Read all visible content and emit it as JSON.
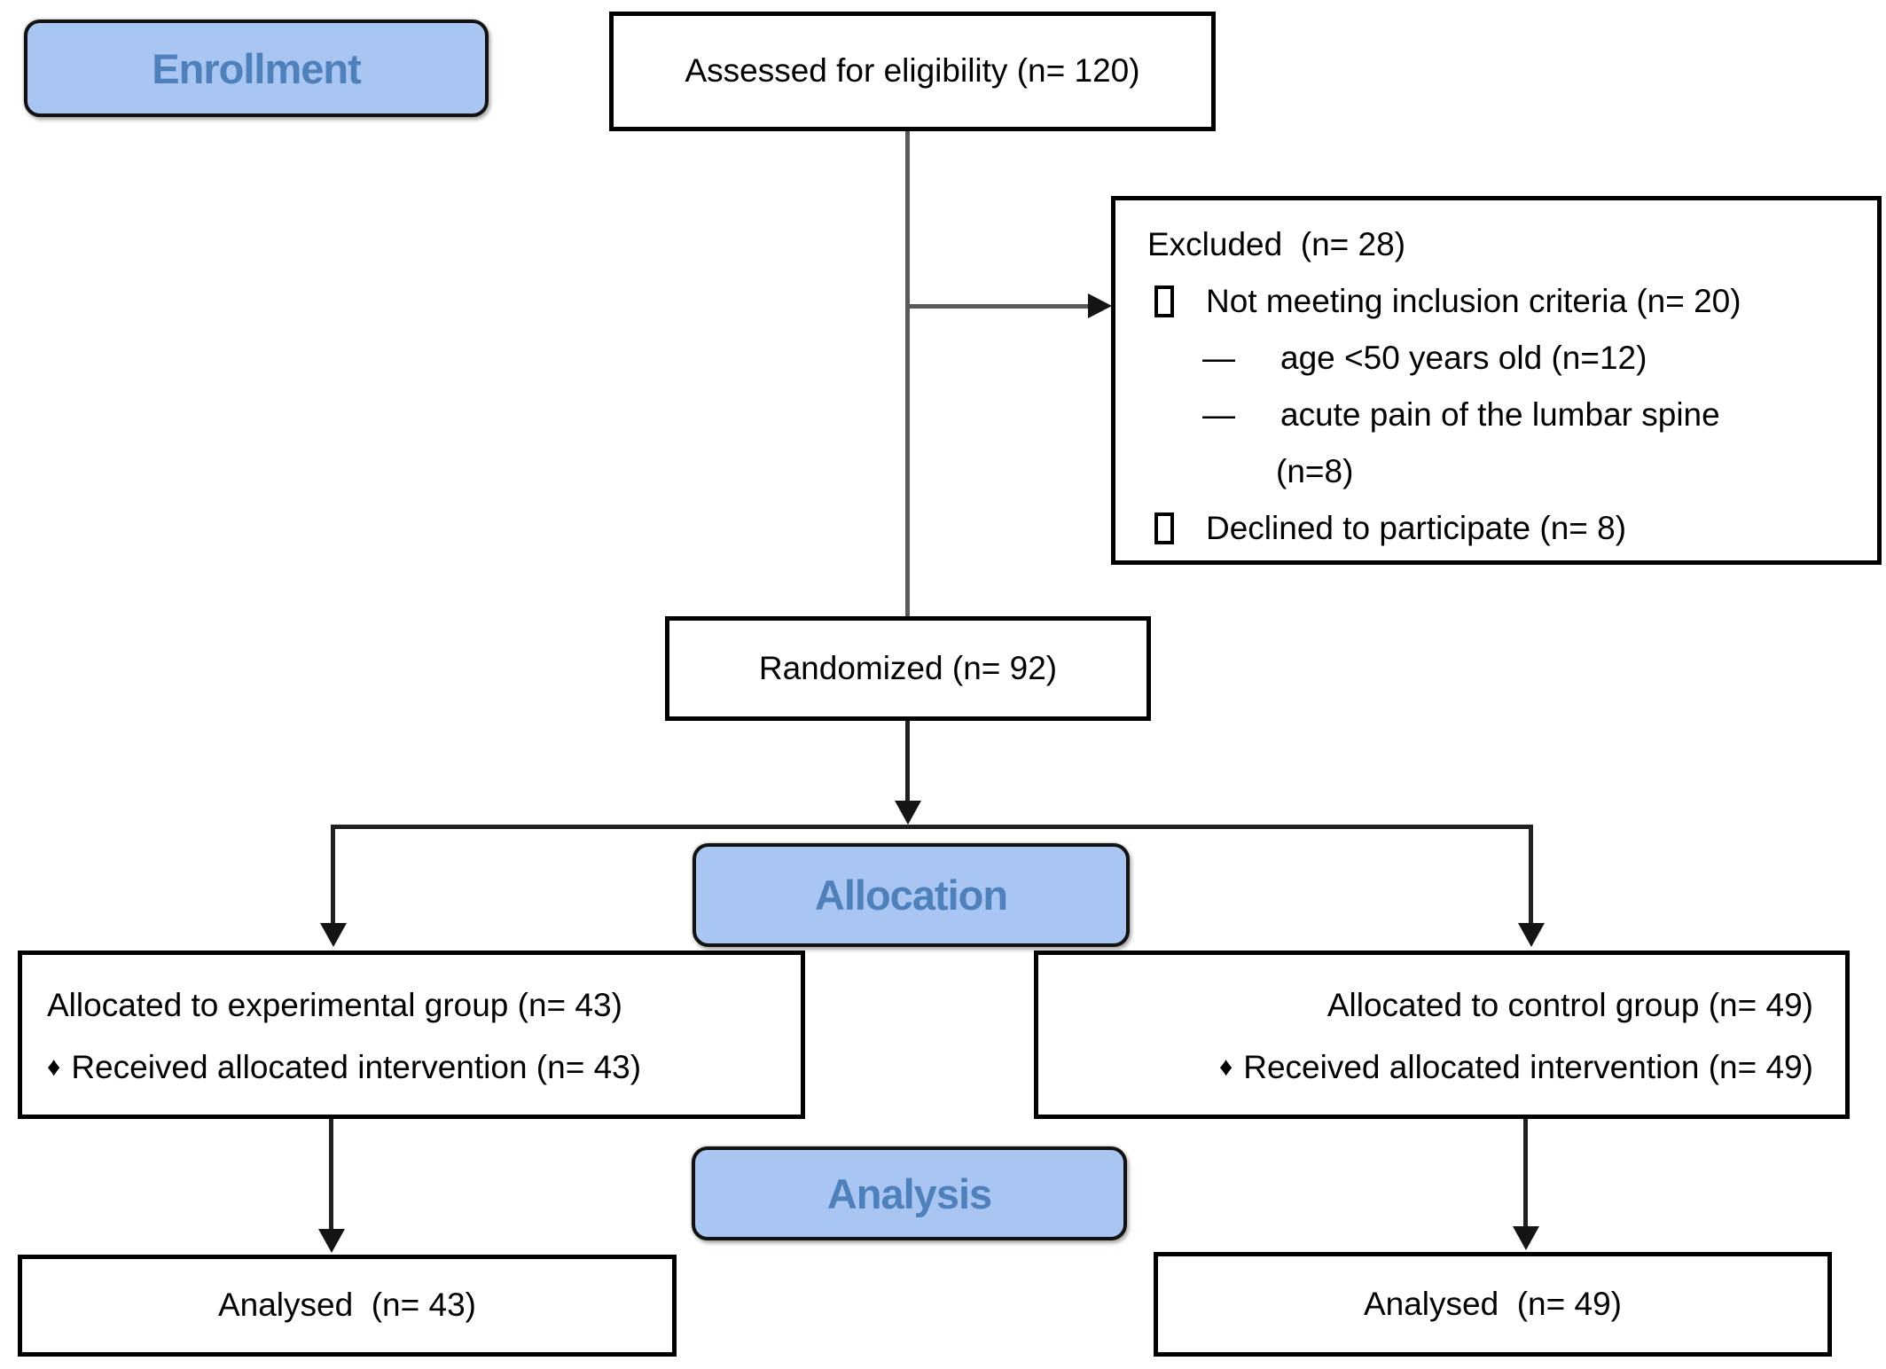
{
  "title": "CONSORT participant flow diagram",
  "colors": {
    "stage_fill": "#a9c5f1",
    "stage_text": "#4e81bb",
    "box_border": "#000000",
    "connector_gray": "#595959",
    "connector_dark": "#202020",
    "background": "#ffffff"
  },
  "stages": {
    "enrollment": "Enrollment",
    "allocation": "Allocation",
    "analysis": "Analysis"
  },
  "boxes": {
    "assessed": "Assessed for eligibility (n= 120)",
    "randomized": "Randomized (n= 92)",
    "excluded": {
      "title": "Excluded  (n= 28)",
      "item1": "Not meeting inclusion criteria (n= 20)",
      "sub1": "age <50 years old (n=12)",
      "sub2": "acute pain of the lumbar spine",
      "sub2_cont": "(n=8)",
      "item2": "Declined to participate (n= 8)"
    },
    "alloc_left": {
      "line1": "Allocated to experimental group (n= 43)",
      "line2": "Received allocated intervention (n= 43)"
    },
    "alloc_right": {
      "line1": "Allocated to control group (n= 49)",
      "line2": "Received allocated intervention (n= 49)"
    },
    "analysed_left": "Analysed  (n= 43)",
    "analysed_right": "Analysed  (n= 49)"
  },
  "glyphs": {
    "dash_bullet": "—",
    "diamond_bullet": "♦"
  },
  "counts": {
    "assessed": 120,
    "excluded_total": 28,
    "not_meeting_criteria": 20,
    "age_under_50": 12,
    "acute_lumbar_pain": 8,
    "declined": 8,
    "randomized": 92,
    "experimental_allocated": 43,
    "experimental_received": 43,
    "control_allocated": 49,
    "control_received": 49,
    "experimental_analysed": 43,
    "control_analysed": 49
  }
}
